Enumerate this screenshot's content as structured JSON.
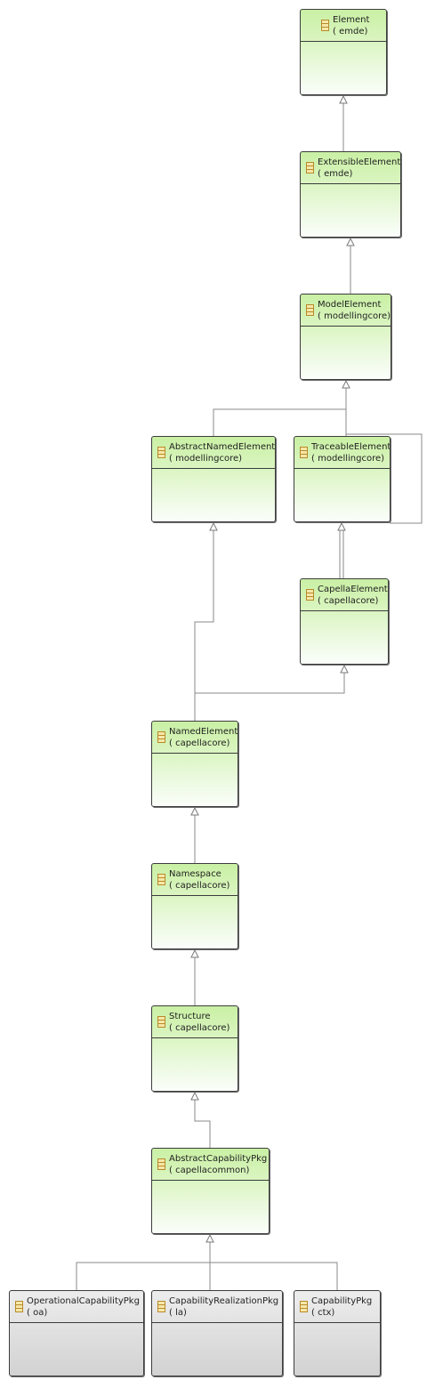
{
  "diagram": {
    "classes": [
      {
        "id": "element",
        "name": "Element",
        "package": "( emde)",
        "style": "green"
      },
      {
        "id": "extensible-element",
        "name": "ExtensibleElement",
        "package": "( emde)",
        "style": "green"
      },
      {
        "id": "model-element",
        "name": "ModelElement",
        "package": "( modellingcore)",
        "style": "green"
      },
      {
        "id": "abstract-named-element",
        "name": "AbstractNamedElement",
        "package": "( modellingcore)",
        "style": "green"
      },
      {
        "id": "traceable-element",
        "name": "TraceableElement",
        "package": "( modellingcore)",
        "style": "green"
      },
      {
        "id": "capella-element",
        "name": "CapellaElement",
        "package": "( capellacore)",
        "style": "green"
      },
      {
        "id": "named-element",
        "name": "NamedElement",
        "package": "( capellacore)",
        "style": "green"
      },
      {
        "id": "namespace",
        "name": "Namespace",
        "package": "( capellacore)",
        "style": "green"
      },
      {
        "id": "structure",
        "name": "Structure",
        "package": "( capellacore)",
        "style": "green"
      },
      {
        "id": "abstract-capability-pkg",
        "name": "AbstractCapabilityPkg",
        "package": "( capellacommon)",
        "style": "green"
      },
      {
        "id": "operational-capability-pkg",
        "name": "OperationalCapabilityPkg",
        "package": "( oa)",
        "style": "gray"
      },
      {
        "id": "capability-realization-pkg",
        "name": "CapabilityRealizationPkg",
        "package": "( la)",
        "style": "gray"
      },
      {
        "id": "capability-pkg",
        "name": "CapabilityPkg",
        "package": "( ctx)",
        "style": "gray"
      }
    ],
    "icon": "class-icon"
  }
}
